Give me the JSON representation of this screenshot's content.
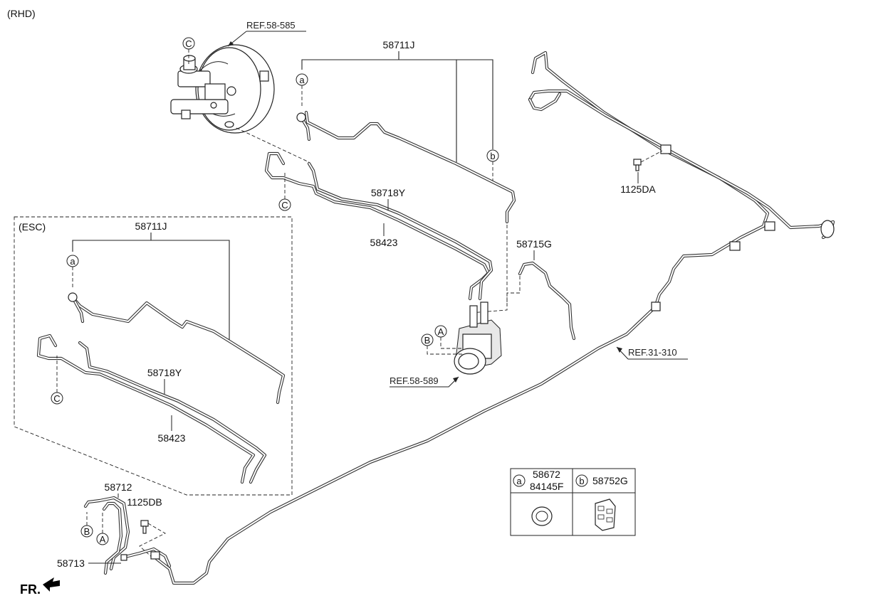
{
  "variant_label": "(RHD)",
  "esc_label": "(ESC)",
  "references": {
    "booster": "REF.58-585",
    "abs_unit": "REF.58-589",
    "rear": "REF.31-310"
  },
  "part_numbers": {
    "main_tube_a": "58711J",
    "main_tube_b": "58718Y",
    "main_tube_c": "58423",
    "front_tube": "58715G",
    "clip_bolt_upper": "1125DA",
    "esc_tube_a": "58711J",
    "esc_tube_b": "58718Y",
    "esc_tube_c": "58423",
    "lower_tube": "58712",
    "lower_bolt": "1125DB",
    "lower_hose": "58713"
  },
  "callouts": {
    "a": "a",
    "b": "b",
    "c": "C",
    "A": "A",
    "B": "B"
  },
  "legend": {
    "cell_a_letter": "a",
    "cell_a_part1": "58672",
    "cell_a_part2": "84145F",
    "cell_b_letter": "b",
    "cell_b_part": "58752G"
  },
  "direction_label": "FR."
}
